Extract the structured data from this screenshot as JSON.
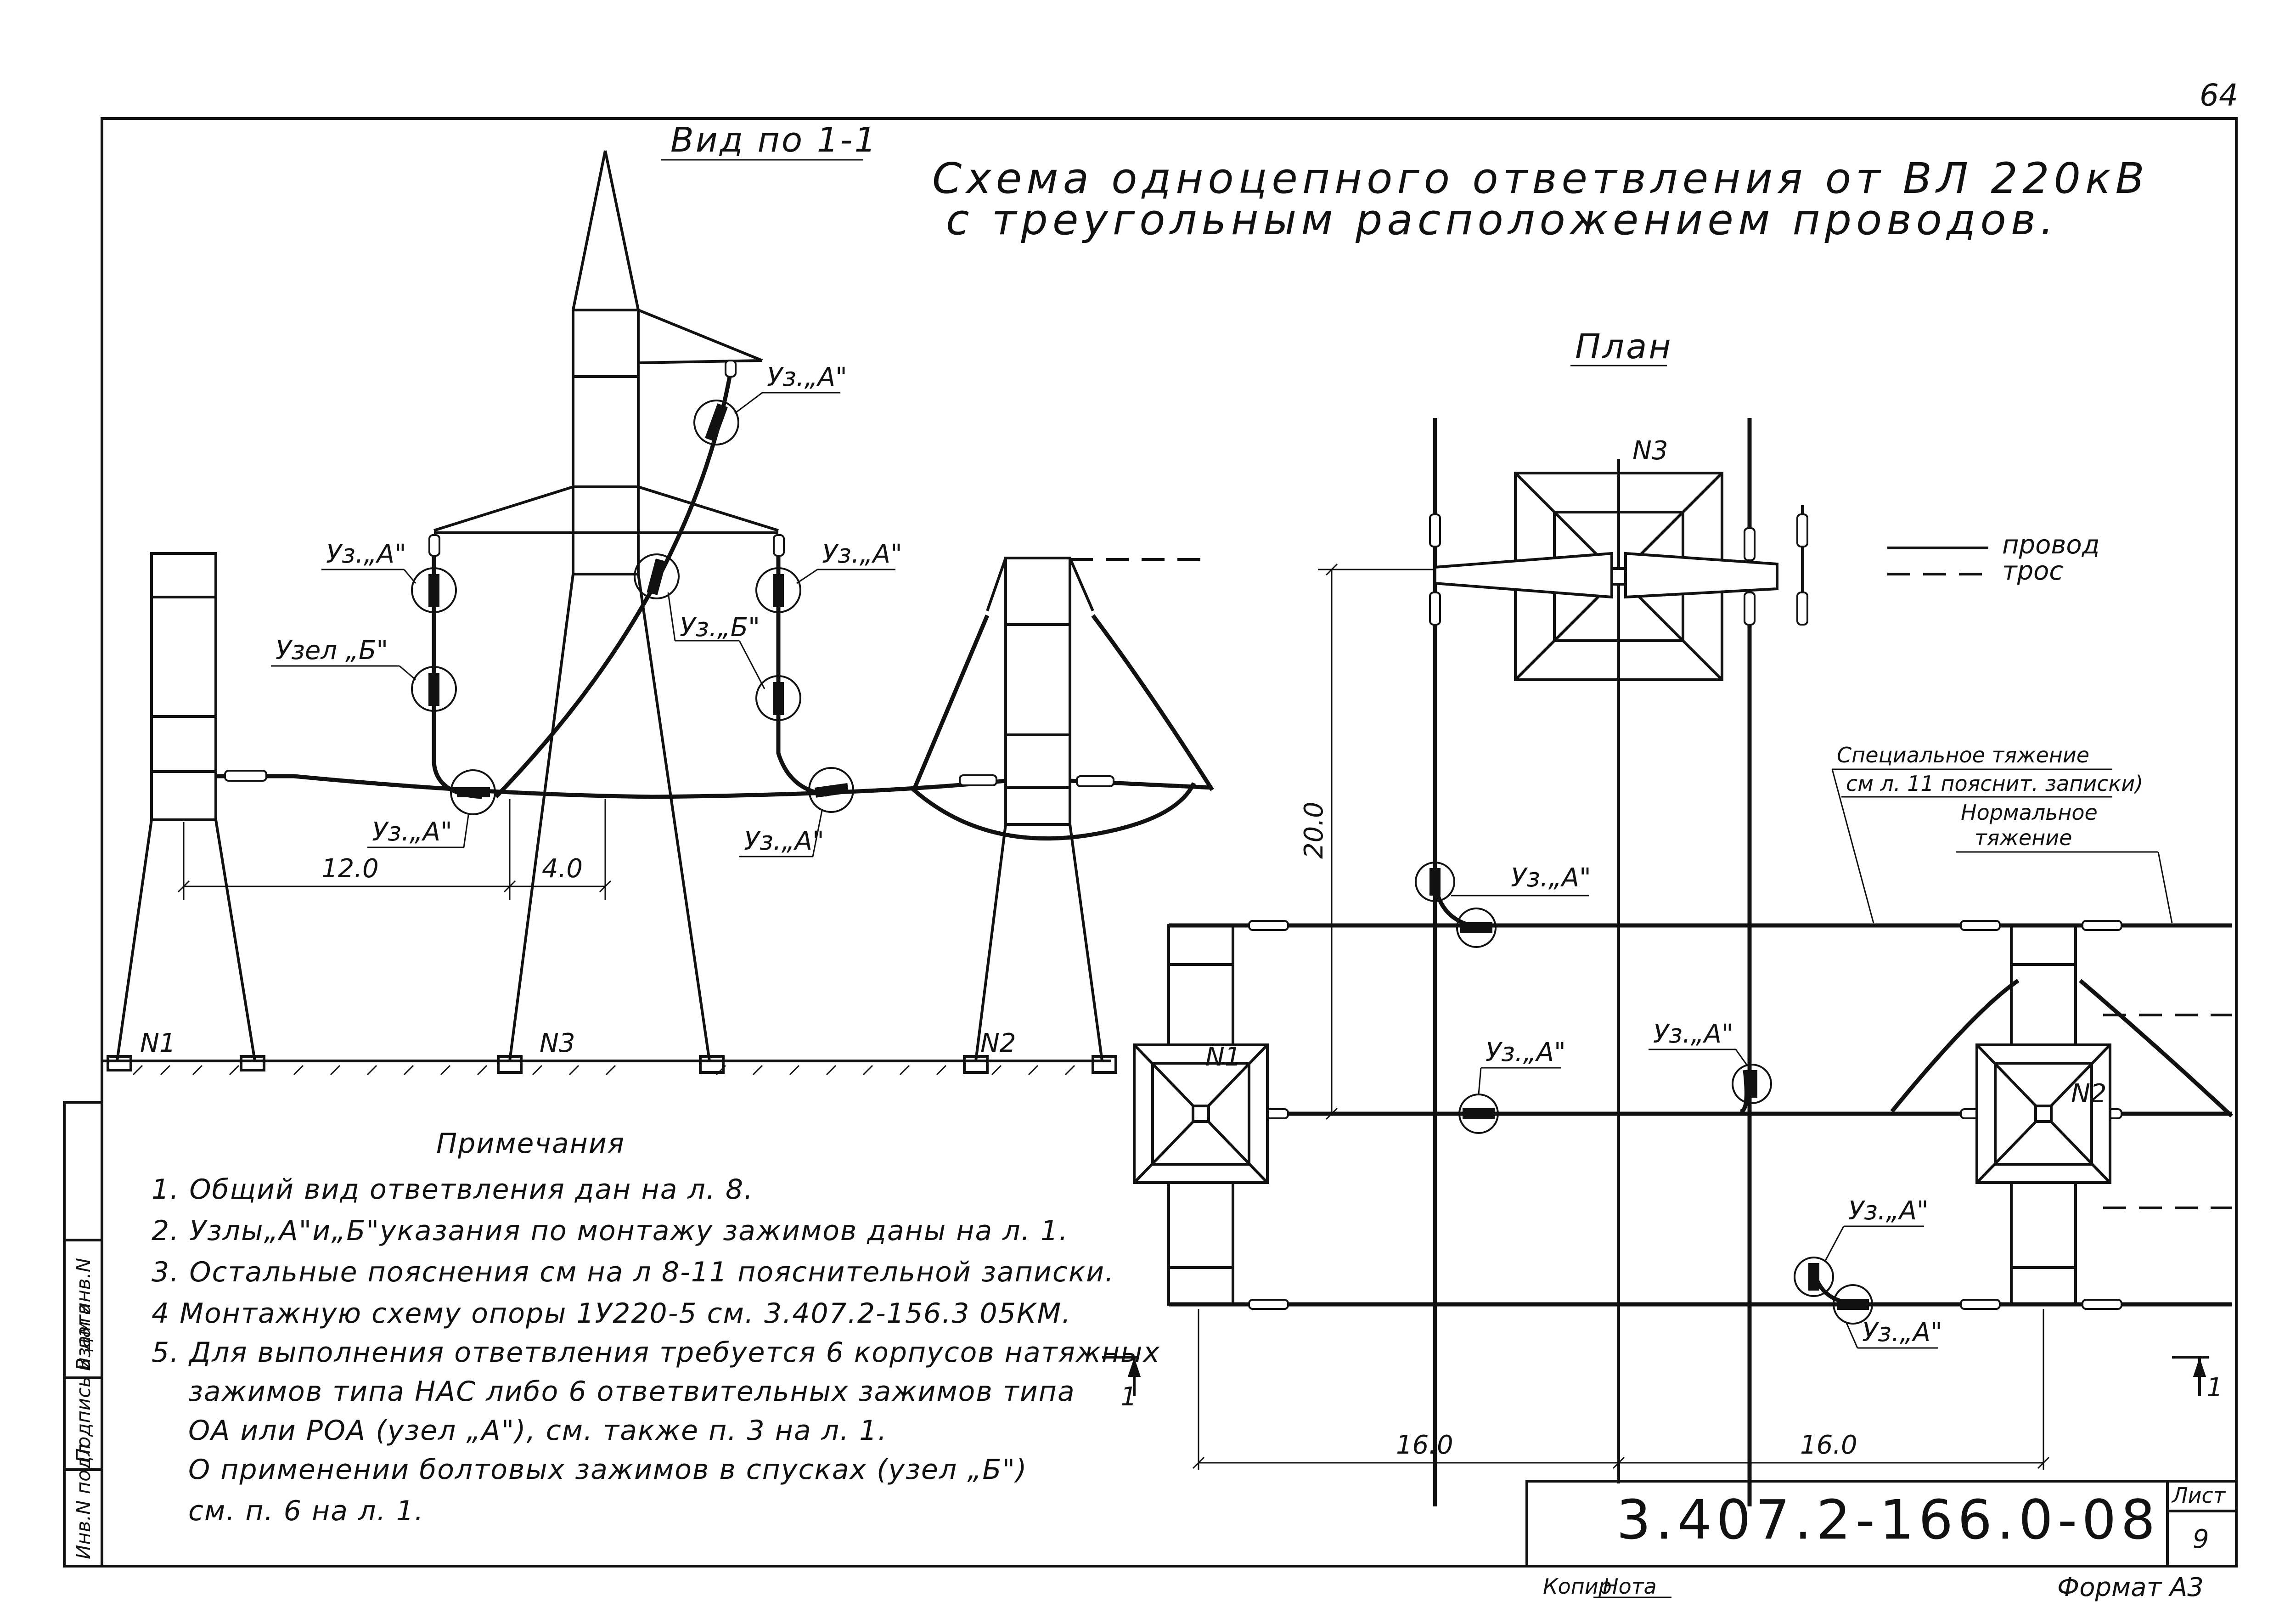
{
  "page_number": "64",
  "title": {
    "line1": "Схема одноцепного ответвления от ВЛ 220кВ",
    "line2": "с треугольным расположением проводов."
  },
  "view_label": "Вид по 1-1",
  "plan_label": "План",
  "labels": {
    "uz_a": "Уз.„А\"",
    "uzel_b": "Узел „Б\"",
    "uz_b": "Уз.„Б\"",
    "n1": "N1",
    "n2": "N2",
    "n3": "N3"
  },
  "dimensions": {
    "d12": "12.0",
    "d4": "4.0",
    "d20": "20.0",
    "d16a": "16.0",
    "d16b": "16.0"
  },
  "legend": {
    "wire": "провод",
    "cable": "трос"
  },
  "tension": {
    "special": "Специальное тяжение",
    "special_ref": "см л. 11 пояснит. записки)",
    "normal_line1": "Нормальное",
    "normal_line2": "тяжение"
  },
  "section_mark": "1",
  "notes": {
    "heading": "Примечания",
    "items": [
      "1. Общий вид ответвления дан на л. 8.",
      "2. Узлы„А\"и„Б\"указания по монтажу зажимов даны на л. 1.",
      "3. Остальные пояснения см на л 8-11 пояснительной записки.",
      "4 Монтажную схему опоры 1У220-5 см. 3.407.2-156.3 05КМ.",
      "5. Для выполнения ответвления требуется 6 корпусов натяжных",
      "зажимов типа НАС либо 6 ответвительных зажимов типа",
      "ОА или РОА (узел „А\"), см. также п. 3 на л. 1.",
      "О применении болтовых зажимов в спусках (узел „Б\")",
      "см. п. 6 на л. 1."
    ]
  },
  "side_stamp": [
    "Инв.N подл",
    "Подпись и дата",
    "Взам инв.N"
  ],
  "title_block": {
    "code": "3.407.2-166.0-08",
    "sheet_label": "Лист",
    "sheet_number": "9"
  },
  "footer": {
    "copied": "Копир",
    "copied_sign": "Нота",
    "format": "Формат А3"
  }
}
